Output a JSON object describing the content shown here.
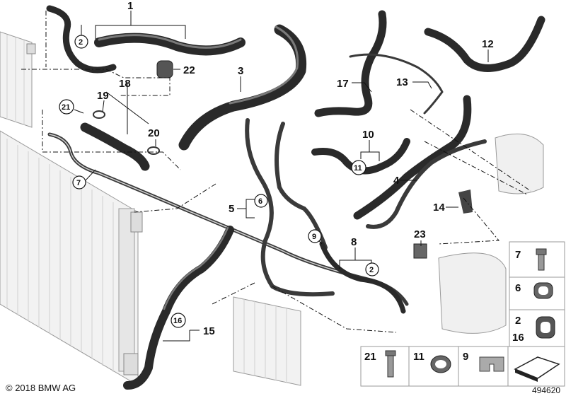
{
  "callouts": {
    "c1": "1",
    "c2a": "2",
    "c3": "3",
    "c4": "4",
    "c5": "5",
    "c6": "6",
    "c7a": "7",
    "c8": "8",
    "c2b": "2",
    "c9": "9",
    "c10": "10",
    "c11": "11",
    "c12": "12",
    "c13": "13",
    "c14": "14",
    "c15": "15",
    "c16": "16",
    "c17": "17",
    "c18": "18",
    "c19": "19",
    "c20": "20",
    "c21": "21",
    "c22": "22",
    "c23": "23"
  },
  "parts_legend": {
    "p7": "7",
    "p6": "6",
    "p2": "2",
    "p16": "16",
    "p21": "21",
    "p11": "11",
    "p9": "9"
  },
  "footer": {
    "copyright": "© 2018 BMW AG",
    "diagram_number": "494620"
  },
  "colors": {
    "hose": "#2a2a2a",
    "line": "#111111",
    "background": "#ffffff"
  }
}
